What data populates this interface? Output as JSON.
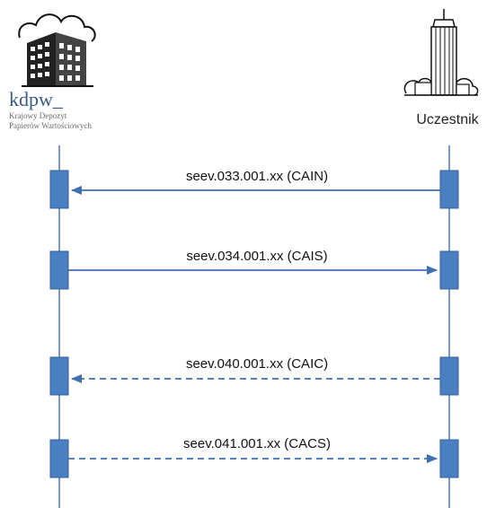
{
  "left_actor": {
    "brand": "kdpw_",
    "org_line1": "Krajowy Depozyt",
    "org_line2": "Papierów Wartościowych",
    "icon": "office-building-icon"
  },
  "right_actor": {
    "name": "Uczestnik",
    "icon": "skyscraper-icon"
  },
  "messages": [
    {
      "label": "seev.033.001.xx (CAIN)",
      "direction": "right-to-left",
      "style": "solid"
    },
    {
      "label": "seev.034.001.xx (CAIS)",
      "direction": "left-to-right",
      "style": "solid"
    },
    {
      "label": "seev.040.001.xx (CAIC)",
      "direction": "right-to-left",
      "style": "dashed"
    },
    {
      "label": "seev.041.001.xx (CACS)",
      "direction": "left-to-right",
      "style": "dashed"
    }
  ],
  "colors": {
    "lifeline": "#4a78b8",
    "activation": "#4a7fc1",
    "activation_border": "#34609a",
    "arrow": "#3f6fb0",
    "brand": "#3a5a86"
  }
}
